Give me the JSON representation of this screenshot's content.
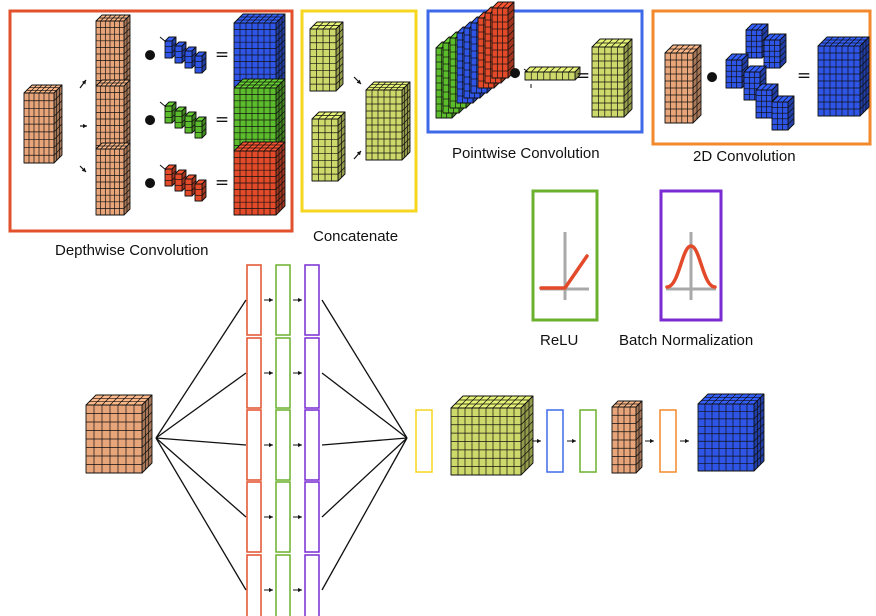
{
  "labels": {
    "depthwise": "Depthwise Convolution",
    "concatenate": "Concatenate",
    "pointwise": "Pointwise Convolution",
    "conv2d": "2D Convolution",
    "relu": "ReLU",
    "batchnorm": "Batch Normalization"
  },
  "colors": {
    "depthwise": "#e2502c",
    "concatenate": "#f6d61f",
    "pointwise": "#3e6ae9",
    "conv2d": "#f2892b",
    "relu": "#6cb12d",
    "batchnorm": "#7a2bd3",
    "tan": "#e8a57a",
    "yellowGreen": "#cdd96a",
    "blue": "#2e55e6",
    "green": "#5cbd2c",
    "red": "#e24a2a"
  },
  "operators": {
    "dot": "●",
    "equals": "="
  },
  "pipeline": {
    "parallel_branches": 5,
    "branch_layers": [
      "depthwise",
      "relu",
      "batchnorm"
    ],
    "sequence": [
      "input",
      "branches",
      "concatenate",
      "concatenated-output",
      "pointwise",
      "relu",
      "pointwise-output",
      "conv2d",
      "final-output"
    ]
  }
}
